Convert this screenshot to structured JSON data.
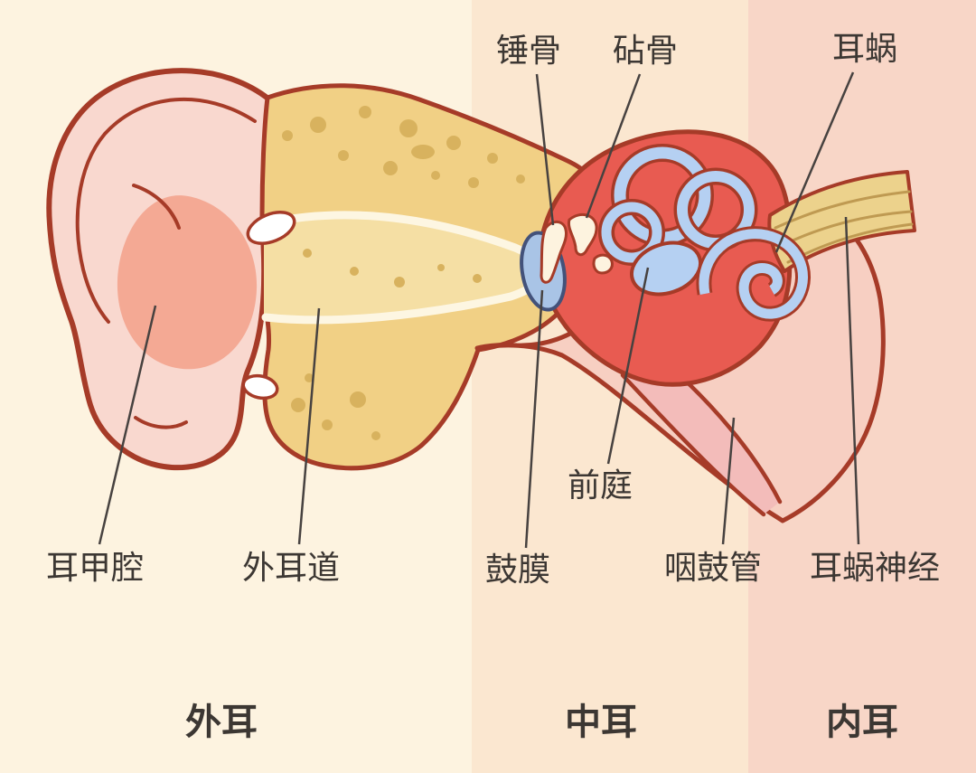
{
  "diagram": {
    "part_labels": {
      "malleus": "锤骨",
      "incus": "砧骨",
      "cochlea": "耳蜗",
      "concha_cavity": "耳甲腔",
      "external_auditory_canal": "外耳道",
      "tympanic_membrane": "鼓膜",
      "vestibule": "前庭",
      "eustachian_tube": "咽鼓管",
      "cochlear_nerve": "耳蜗神经"
    },
    "region_labels": {
      "outer_ear": "外耳",
      "middle_ear": "中耳",
      "inner_ear": "内耳"
    }
  },
  "colors": {
    "band_outer": "#fdf3e0",
    "band_middle": "#fbe7d0",
    "band_inner": "#f8d6c7",
    "outline": "#a63b28",
    "pinna_fill": "#f9d8cf",
    "concha_blush": "#f2a28c",
    "bone_fill": "#f1d085",
    "bone_speckle": "#d8b25e",
    "canal_fill": "#f5dfa4",
    "canal_lining": "#fdf6e2",
    "flesh_fill": "#f7cfc2",
    "tube_fill": "#f3bcba",
    "middle_ear_fill": "#e85b51",
    "eardrum_fill": "#a9c4e6",
    "eardrum_stroke": "#43527a",
    "ossicle_fill": "#fdf3df",
    "inner_ear_fill": "#b5d0f2",
    "nerve_fill": "#ecd28c",
    "nerve_line": "#bf9a52",
    "leader_color": "#474240",
    "label_color": "#3c3733"
  }
}
